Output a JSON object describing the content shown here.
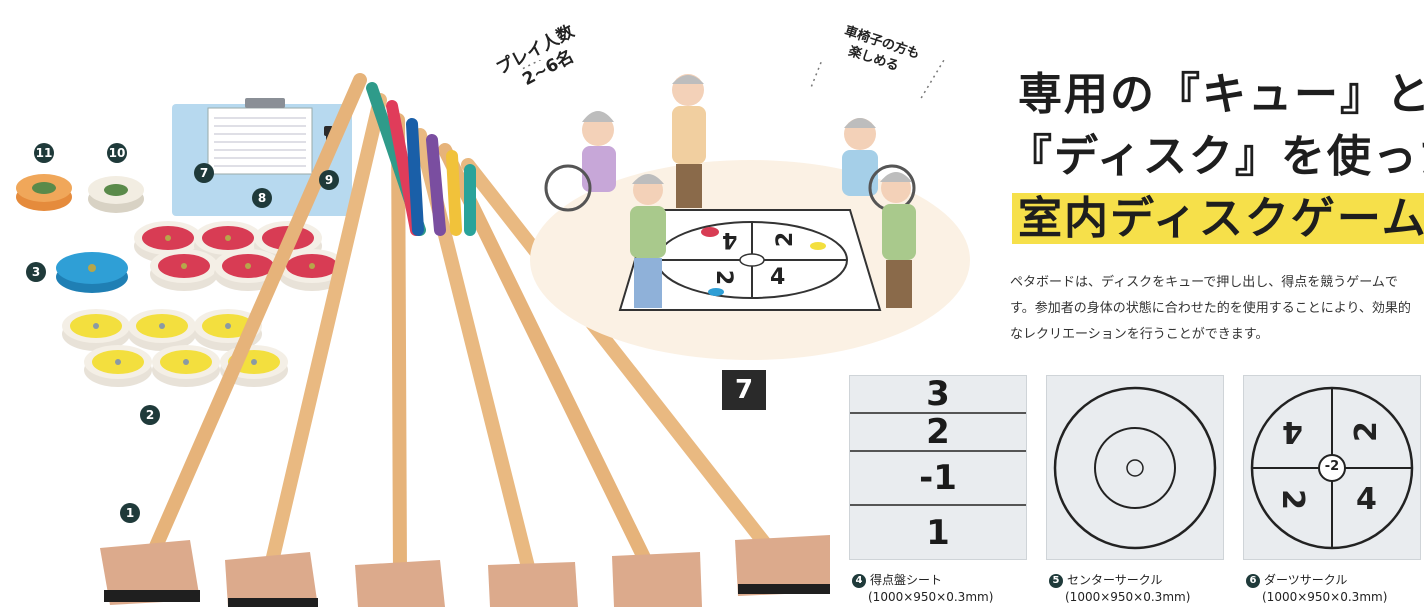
{
  "title": {
    "line1": "専用の『キュー』と",
    "line2": "『ディスク』を使った",
    "line3": "室内ディスクゲーム。"
  },
  "description": "ペタボードは、ディスクをキューで押し出し、得点を競うゲームです。参加者の身体の状態に合わせた的を使用することにより、効果的なレクリエーションを行うことができます。",
  "bubbles": {
    "players_l1": "プレイ人数",
    "players_l2": "2~6名",
    "wheelchair_l1": "車椅子の方も",
    "wheelchair_l2": "楽しめる"
  },
  "badge": "7",
  "markers": [
    "1",
    "2",
    "3",
    "7",
    "8",
    "9",
    "10",
    "11"
  ],
  "panels": [
    {
      "num": "4",
      "name": "得点盤シート",
      "size": "(1000×950×0.3mm)",
      "rows": [
        "3",
        "2",
        "-1",
        "1"
      ]
    },
    {
      "num": "5",
      "name": "センターサークル",
      "size": "(1000×950×0.3mm)"
    },
    {
      "num": "6",
      "name": "ダーツサークル",
      "size": "(1000×950×0.3mm)",
      "center": "-2",
      "quadrants": [
        "4",
        "2",
        "2",
        "4"
      ]
    }
  ],
  "illustration_mat": {
    "quadrants": [
      "4",
      "2",
      "2",
      "4"
    ]
  },
  "colors": {
    "highlight": "#f6e04a",
    "disc_red": "#d83c54",
    "disc_yellow": "#f3df3e",
    "disc_blue": "#2f9fd6",
    "cue_wood": "#e6b37a",
    "marker": "#1f3a3a"
  }
}
